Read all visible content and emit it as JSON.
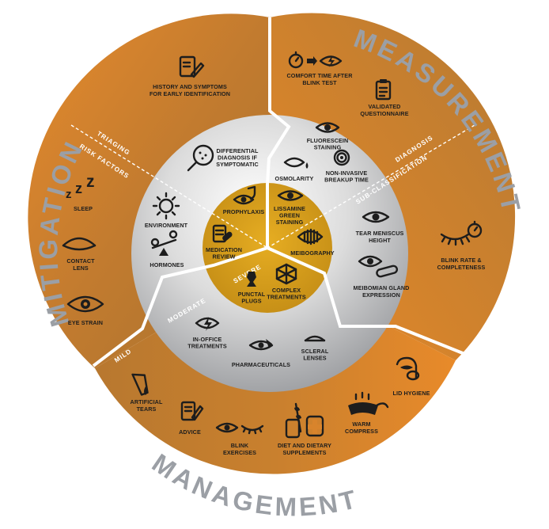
{
  "quadrants": {
    "mitigation": "MITIGATION",
    "measurement": "MEASUREMENT",
    "management": "MANAGEMENT"
  },
  "dividers": {
    "triaging": "TRIAGING",
    "risk_factors": "RISK FACTORS",
    "diagnosis": "DIAGNOSIS",
    "sub_classification": "SUB-CLASSIFICATION",
    "mild": "MILD",
    "moderate": "MODERATE",
    "severe": "SEVERE"
  },
  "mitigation_items": {
    "history": [
      "HISTORY AND SYMPTOMS",
      "FOR EARLY IDENTIFICATION"
    ],
    "sleep": "SLEEP",
    "contact_lens": [
      "CONTACT",
      "LENS"
    ],
    "eye_strain": "EYE STRAIN",
    "differential": [
      "DIFFERENTIAL",
      "DIAGNOSIS IF",
      "SYMPTOMATIC"
    ],
    "environment": "ENVIRONMENT",
    "hormones": "HORMONES",
    "medication_review": [
      "MEDICATION",
      "REVIEW"
    ],
    "prophylaxis": "PROPHYLAXIS"
  },
  "measurement_items": {
    "comfort_time": [
      "COMFORT TIME AFTER",
      "BLINK TEST"
    ],
    "questionnaire": [
      "VALIDATED",
      "QUESTIONNAIRE"
    ],
    "blink_rate": [
      "BLINK RATE &",
      "COMPLETENESS"
    ],
    "fluorescein": [
      "FLUORESCEIN",
      "STAINING"
    ],
    "osmolarity": "OSMOLARITY",
    "nibut": [
      "NON-INVASIVE",
      "BREAKUP TIME"
    ],
    "lissamine": [
      "LISSAMINE",
      "GREEN",
      "STAINING"
    ],
    "meibography": "MEIBOGRAPHY",
    "tear_meniscus": [
      "TEAR MENISCUS",
      "HEIGHT"
    ],
    "meibomian": [
      "MEIBOMIAN GLAND",
      "EXPRESSION"
    ]
  },
  "management_items": {
    "artificial_tears": [
      "ARTIFICIAL",
      "TEARS"
    ],
    "advice": "ADVICE",
    "blink_exercises": [
      "BLINK",
      "EXERCISES"
    ],
    "diet": [
      "DIET AND DIETARY",
      "SUPPLEMENTS"
    ],
    "warm_compress": [
      "WARM",
      "COMPRESS"
    ],
    "lid_hygiene": "LID HYGIENE",
    "in_office": [
      "IN-OFFICE",
      "TREATMENTS"
    ],
    "pharmaceuticals": "PHARMACEUTICALS",
    "scleral_lenses": [
      "SCLERAL",
      "LENSES"
    ],
    "punctal_plugs": [
      "PUNCTAL",
      "PLUGS"
    ],
    "complex_treatments": [
      "COMPLEX",
      "TREATMENTS"
    ]
  },
  "colors": {
    "orange_light": "#e8892a",
    "orange_dark": "#b8782f",
    "silver_light": "#f2f2f2",
    "silver_dark": "#8c8e92",
    "gold": "#d9a21e",
    "divider": "#ffffff",
    "title_grey": "#9b9fa5",
    "ink": "#1d1d1d"
  },
  "icons": [
    "document-icon",
    "zzz-icon",
    "contact-lens-icon",
    "eye-icon",
    "magnifier-icon",
    "sun-icon",
    "balance-icon",
    "pill-document-icon",
    "eye-shield-icon",
    "stopwatch-icon",
    "clipboard-icon",
    "blink-icon",
    "tear-drop-icon",
    "spiral-icon",
    "gland-icon",
    "finger-press-icon",
    "droplet-bottle-icon",
    "notepad-icon",
    "closed-eye-icon",
    "wheat-bottle-icon",
    "eye-mask-icon",
    "face-cleanse-icon",
    "lightning-icon",
    "pill-eye-icon",
    "lens-icon",
    "plug-icon",
    "network-icon"
  ]
}
